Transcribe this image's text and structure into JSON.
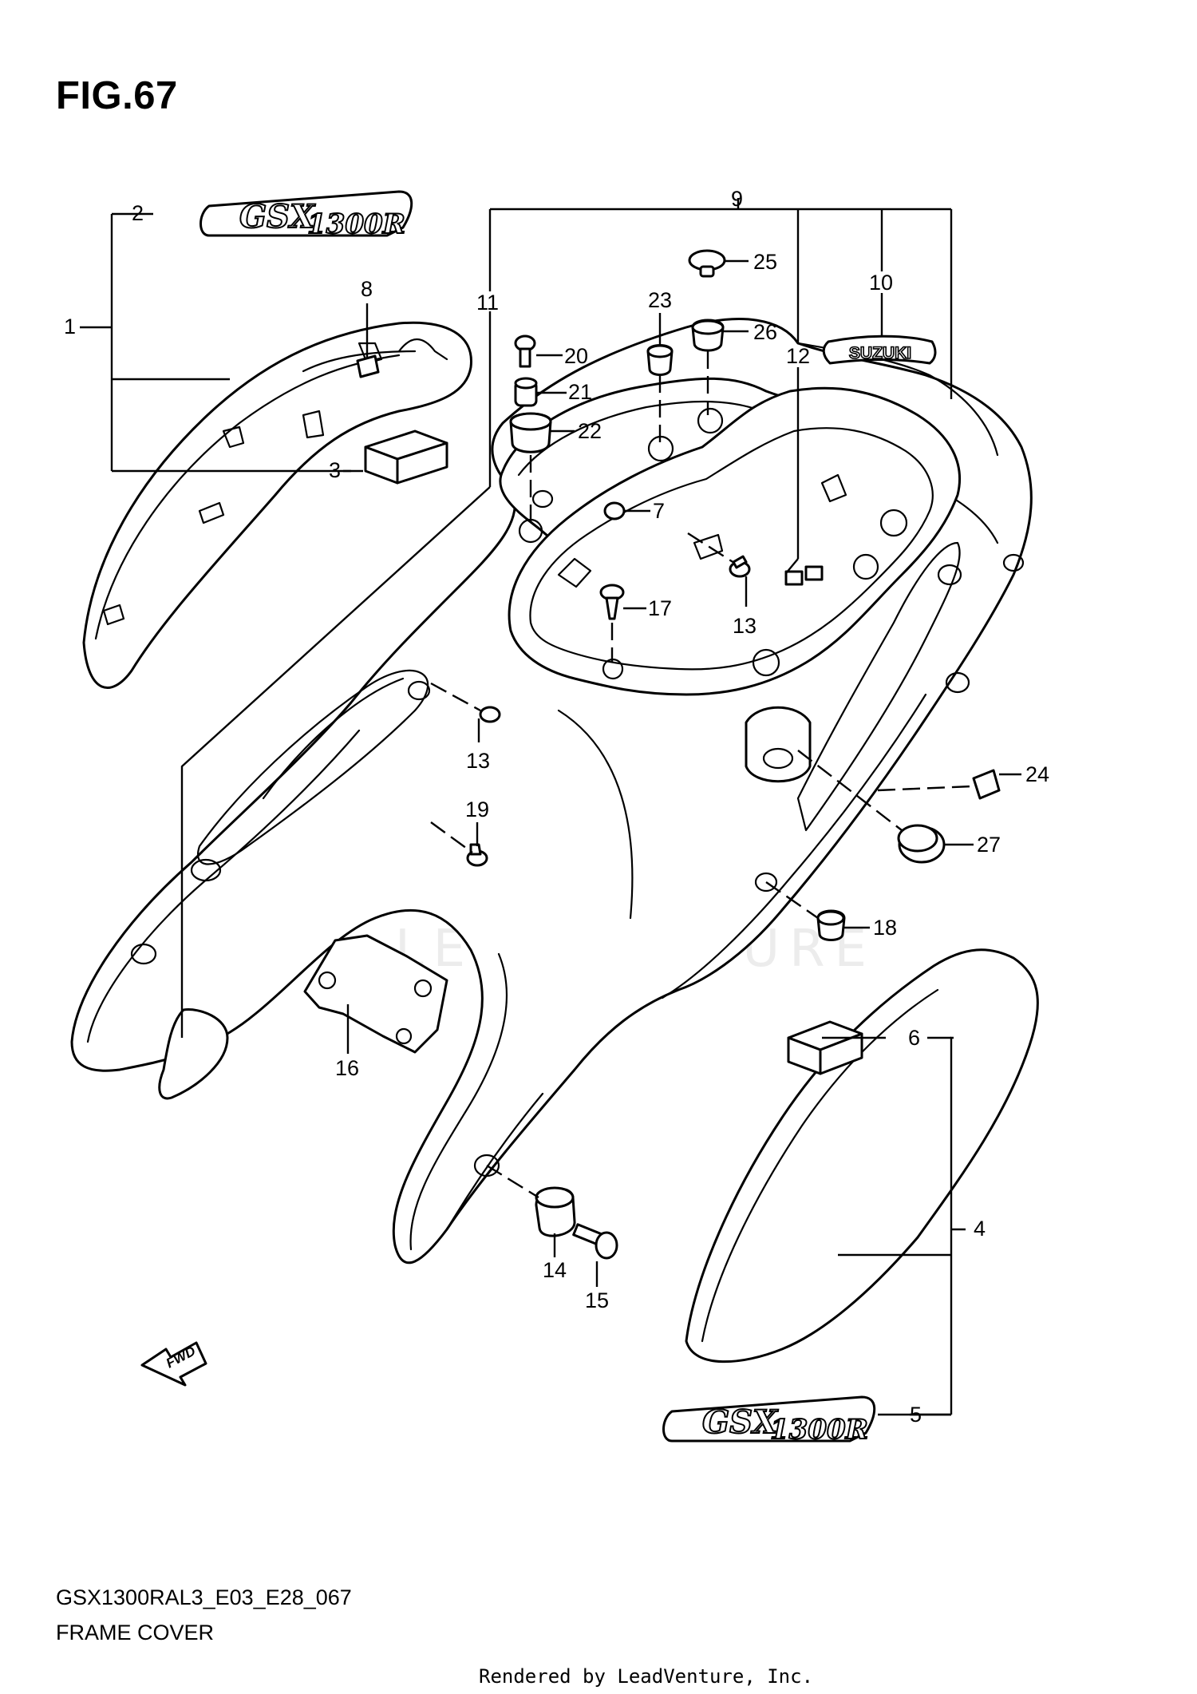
{
  "figure": {
    "title": "FIG.67"
  },
  "footer": {
    "model_code": "GSX1300RAL3_E03_E28_067",
    "section_name": "FRAME COVER",
    "rendered_by": "Rendered by LeadVenture, Inc."
  },
  "watermark": {
    "text": "LEADVENTURE"
  },
  "emblems": {
    "gsx": "GSX",
    "model": "1300R",
    "brand": "SUZUKI"
  },
  "fwd_label": "FWD",
  "callouts": {
    "c1": "1",
    "c2": "2",
    "c3": "3",
    "c4": "4",
    "c5": "5",
    "c6": "6",
    "c7": "7",
    "c8": "8",
    "c9": "9",
    "c10": "10",
    "c11": "11",
    "c12": "12",
    "c13a": "13",
    "c13b": "13",
    "c14": "14",
    "c15": "15",
    "c16": "16",
    "c17": "17",
    "c18": "18",
    "c19": "19",
    "c20": "20",
    "c21": "21",
    "c22": "22",
    "c23": "23",
    "c24": "24",
    "c25": "25",
    "c26": "26",
    "c27": "27"
  }
}
